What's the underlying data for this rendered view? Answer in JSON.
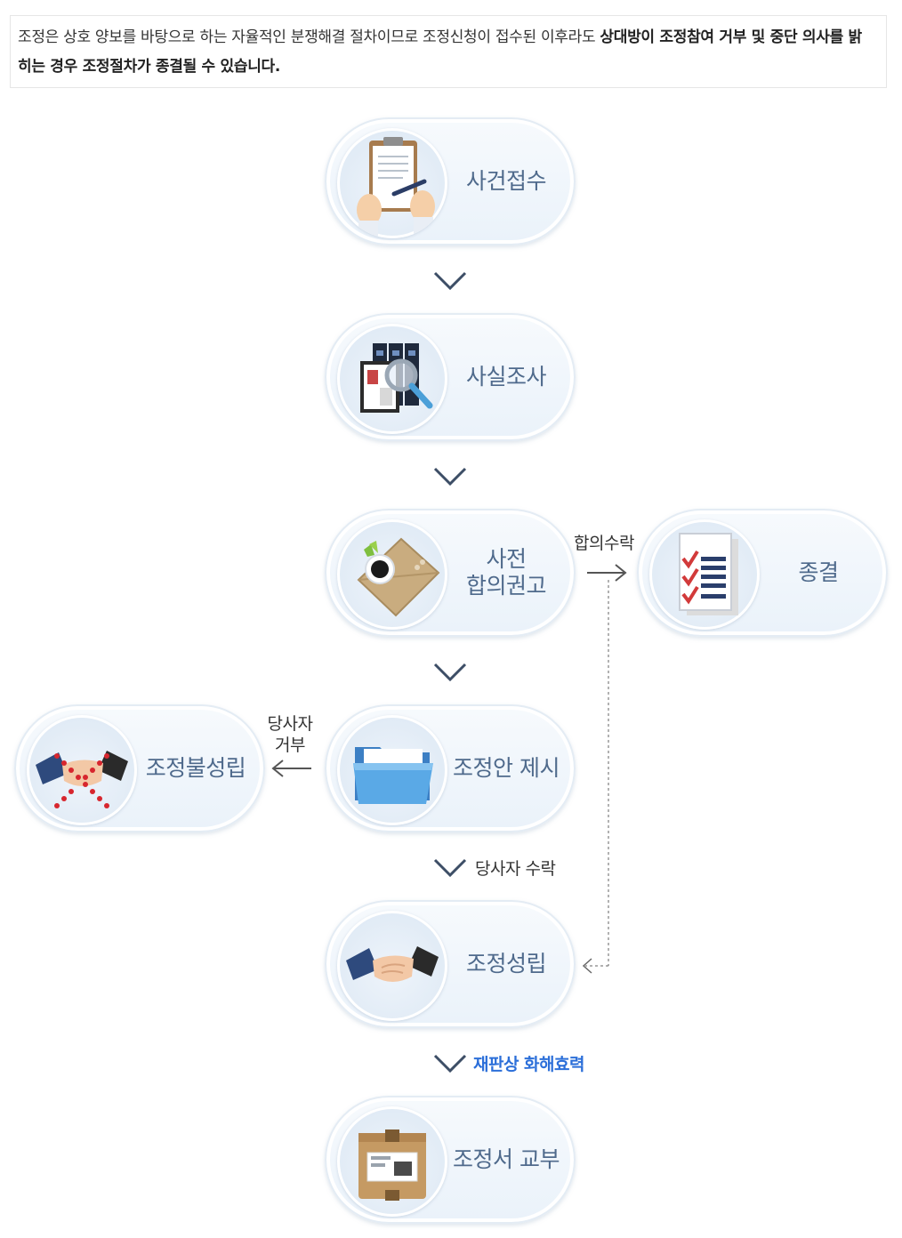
{
  "notice": {
    "text_normal": "조정은 상호 양보를 바탕으로 하는 자율적인 분쟁해결 절차이므로 조정신청이 접수된 이후라도 ",
    "text_bold": "상대방이 조정참여 거부 및 중단 의사를 밝히는 경우 조정절차가 종결될 수 있습니다."
  },
  "steps": {
    "receipt": "사건접수",
    "investigation": "사실조사",
    "pre_advice_line1": "사전",
    "pre_advice_line2": "합의권고",
    "termination": "종결",
    "proposal": "조정안 제시",
    "failure": "조정불성립",
    "success": "조정성립",
    "delivery": "조정서 교부"
  },
  "labels": {
    "agreement_accept": "합의수락",
    "party_reject_line1": "당사자",
    "party_reject_line2": "거부",
    "party_accept": "당사자 수락",
    "court_effect": "재판상 화해효력"
  },
  "colors": {
    "label_text": "#4f6a8c",
    "chevron": "#3d4e66",
    "highlight": "#2c6fd9"
  },
  "icons": {
    "receipt": "clipboard-pen-icon",
    "investigation": "magnifier-documents-icon",
    "pre_advice": "envelope-coffee-icon",
    "termination": "checklist-icon",
    "proposal": "folder-icon",
    "failure": "handshake-crossed-icon",
    "success": "handshake-icon",
    "delivery": "parcel-icon"
  }
}
